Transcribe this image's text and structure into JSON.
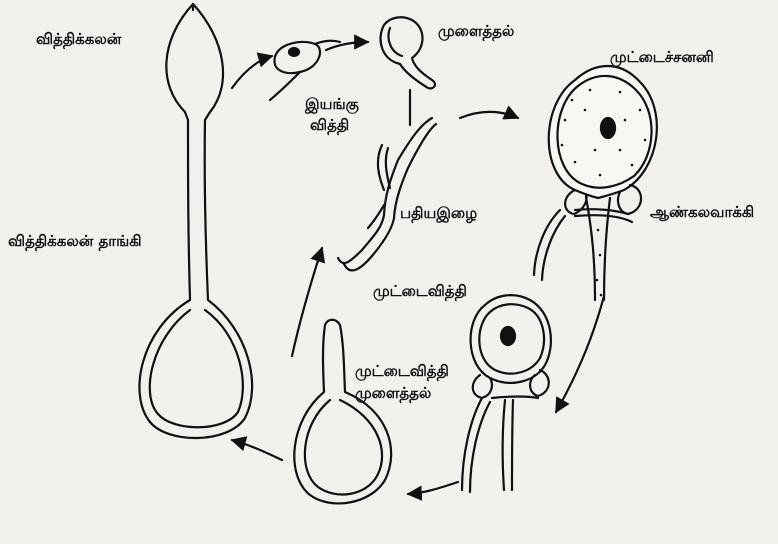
{
  "labels": {
    "sporangium": "வித்திக்கலன்",
    "sporangiophore": "வித்திக்கலன் தாங்கி",
    "zoospore_line1": "இயங்கு",
    "zoospore_line2": "வித்தி",
    "germination": "முளைத்தல்",
    "hyphae": "பதியஇழை",
    "oogonium": "முட்டைச்சனனி",
    "antheridium": "ஆண்கலவாக்கி",
    "oospore": "முட்டைவித்தி",
    "oospore_germination_line1": "முட்டைவித்தி",
    "oospore_germination_line2": "முளைத்தல்"
  },
  "colors": {
    "ink": "#111111",
    "paper": "#f2f1ee",
    "cell_fill": "#f7f7f4"
  }
}
